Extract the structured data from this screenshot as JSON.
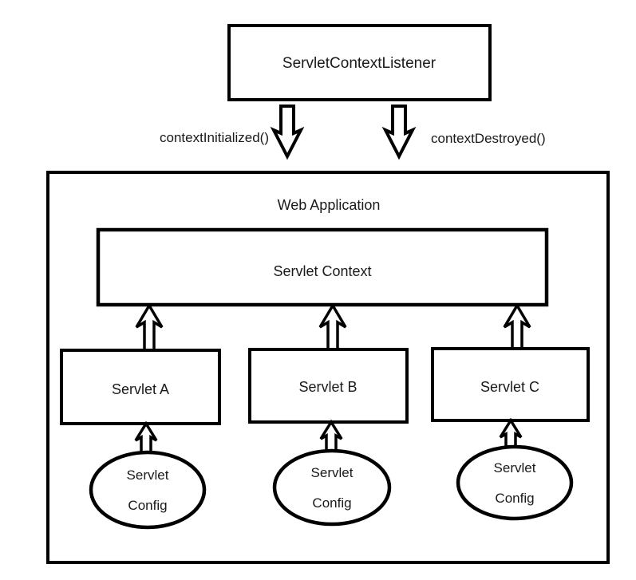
{
  "listener": {
    "label": "ServletContextListener"
  },
  "callbacks": {
    "initialized_label": "contextInitialized()",
    "destroyed_label": "contextDestroyed()"
  },
  "web_application": {
    "title": "Web Application",
    "servlet_context": {
      "label": "Servlet Context"
    },
    "servlets": [
      {
        "label": "Servlet A",
        "config": {
          "line1": "Servlet",
          "line2": "Config"
        }
      },
      {
        "label": "Servlet B",
        "config": {
          "line1": "Servlet",
          "line2": "Config"
        }
      },
      {
        "label": "Servlet C",
        "config": {
          "line1": "Servlet",
          "line2": "Config"
        }
      }
    ]
  },
  "colors": {
    "line": "#000000",
    "fill": "#ffffff"
  }
}
